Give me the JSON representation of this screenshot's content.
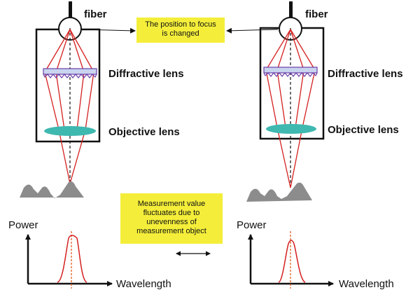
{
  "labels": {
    "fiber_left": "fiber",
    "fiber_right": "fiber",
    "diffractive_left": "Diffractive lens",
    "diffractive_right": "Diffractive lens",
    "objective_left": "Objective lens",
    "objective_right": "Objective lens",
    "power_left": "Power",
    "power_right": "Power",
    "wavelength_left": "Wavelength",
    "wavelength_right": "Wavelength"
  },
  "notes": {
    "focus_line1": "The position to focus",
    "focus_line2": "is changed",
    "measurement_line1": "Measurement value",
    "measurement_line2": "fluctuates due to",
    "measurement_line3": "unevenness of",
    "measurement_line4": "measurement object"
  },
  "colors": {
    "note_fill": "#f4ee3a",
    "ray": "#d42020",
    "objective_lens": "#3fb8b0",
    "diffractive_lens": "#c9d4ef",
    "diffractive_edge": "#6a3fa8",
    "surface": "#8c8c8c"
  }
}
